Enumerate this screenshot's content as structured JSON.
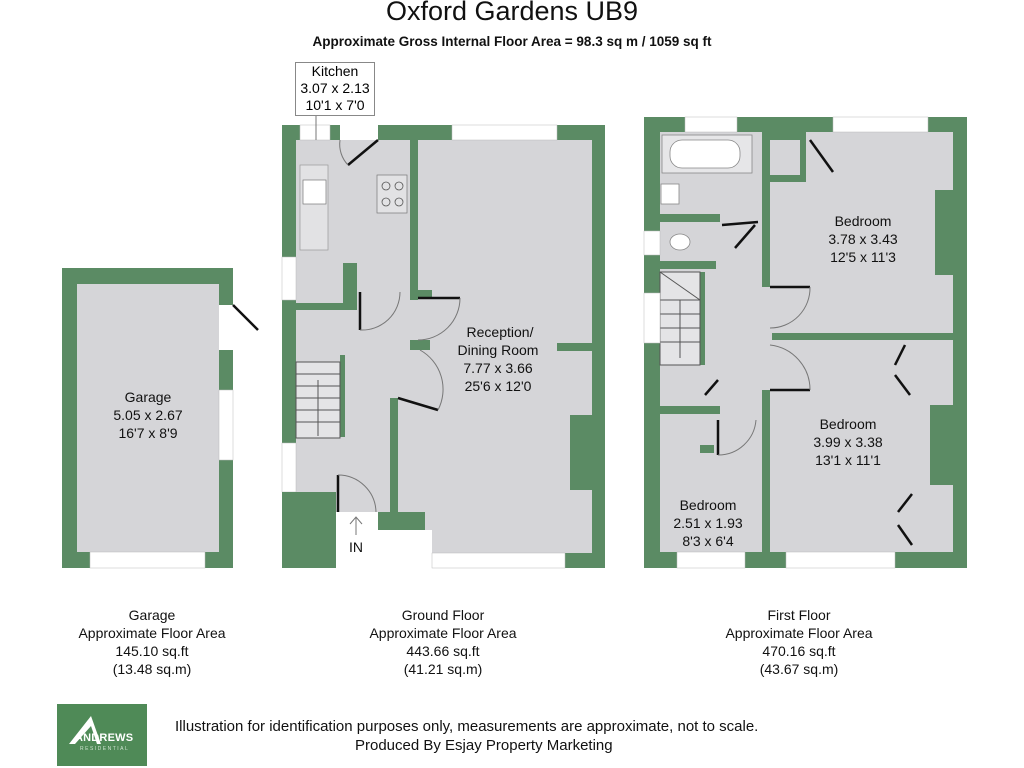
{
  "header": {
    "title": "Oxford Gardens UB9",
    "subtitle": "Approximate Gross Internal Floor Area = 98.3 sq m / 1059 sq ft"
  },
  "rooms": {
    "kitchen": {
      "name": "Kitchen",
      "metric": "3.07 x 2.13",
      "imperial": "10'1 x 7'0"
    },
    "garage": {
      "name": "Garage",
      "metric": "5.05 x 2.67",
      "imperial": "16'7 x 8'9"
    },
    "reception": {
      "name_line1": "Reception/",
      "name_line2": "Dining Room",
      "metric": "7.77 x 3.66",
      "imperial": "25'6 x 12'0"
    },
    "bedroom1": {
      "name": "Bedroom",
      "metric": "3.78 x 3.43",
      "imperial": "12'5 x 11'3"
    },
    "bedroom2": {
      "name": "Bedroom",
      "metric": "3.99 x 3.38",
      "imperial": "13'1 x 11'1"
    },
    "bedroom3": {
      "name": "Bedroom",
      "metric": "2.51 x 1.93",
      "imperial": "8'3 x 6'4"
    },
    "entrance": "IN"
  },
  "floors": [
    {
      "name": "Garage",
      "caption": "Approximate Floor Area",
      "sqft": "145.10 sq.ft",
      "sqm": "(13.48 sq.m)"
    },
    {
      "name": "Ground Floor",
      "caption": "Approximate Floor Area",
      "sqft": "443.66 sq.ft",
      "sqm": "(41.21 sq.m)"
    },
    {
      "name": "First Floor",
      "caption": "Approximate Floor Area",
      "sqft": "470.16 sq.ft",
      "sqm": "(43.67 sq.m)"
    }
  ],
  "footer": {
    "logo_name": "ANDREWS",
    "logo_sub": "RESIDENTIAL",
    "disclaimer": "Illustration for identification purposes only, measurements are approximate, not to scale.",
    "producer": "Produced By Esjay Property Marketing"
  },
  "colors": {
    "wall": "#5b8b64",
    "floor": "#d5d5d8",
    "logo": "#4f8a57"
  }
}
